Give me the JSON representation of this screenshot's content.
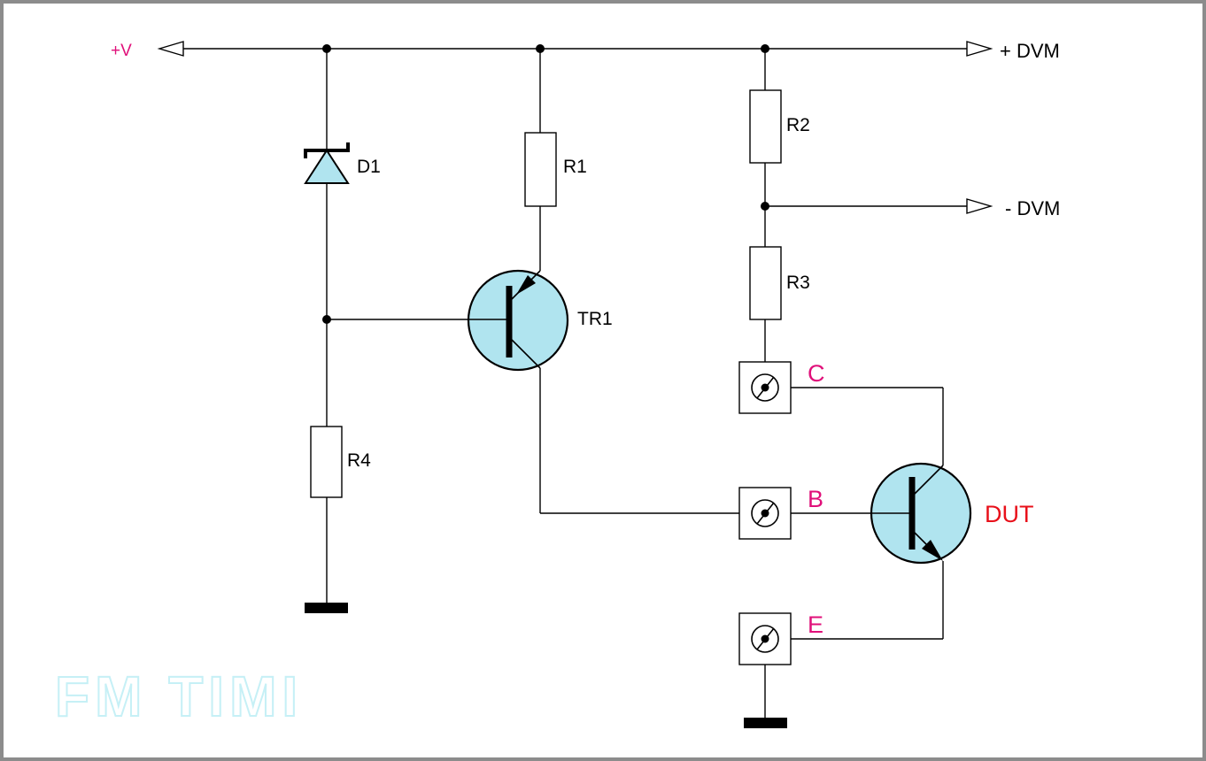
{
  "labels": {
    "supply": "+V",
    "dvm_plus": "+ DVM",
    "dvm_minus": "- DVM",
    "d1": "D1",
    "r1": "R1",
    "r2": "R2",
    "r3": "R3",
    "r4": "R4",
    "tr1": "TR1",
    "dut": "DUT",
    "term_c": "C",
    "term_b": "B",
    "term_e": "E"
  },
  "watermark": "FM TIMI",
  "colors": {
    "component_fill": "#b0e4ef",
    "supply_label": "#e0107a",
    "terminal_label": "#e0107a",
    "dut_label": "#e8101a",
    "watermark": "#c6f0f6",
    "frame": "#8c8c8c"
  }
}
